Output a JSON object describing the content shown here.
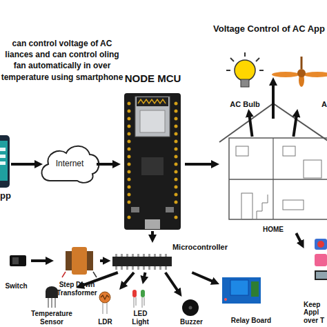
{
  "diagram": {
    "title": "Voltage Control of AC App",
    "nodes": [
      {
        "text": [
          "pp"
        ]
      },
      {
        "text": [
          "Internet"
        ]
      },
      {
        "text": [
          "NODE MCU"
        ]
      },
      {
        "text": [
          "HOME"
        ]
      },
      {
        "text": [
          "AC Bulb"
        ]
      },
      {
        "text": [
          "A"
        ]
      },
      {
        "text": [
          "Keep Appl over T"
        ]
      },
      {
        "text": [
          "Microcontroller"
        ]
      },
      {
        "text": [
          "Switch"
        ]
      },
      {
        "text": [
          "Step Down Transformer"
        ]
      },
      {
        "text": [
          "Temperature Sensor"
        ]
      },
      {
        "text": [
          "LDR"
        ]
      },
      {
        "text": [
          "LED Light"
        ]
      },
      {
        "text": [
          "Buzzer"
        ]
      },
      {
        "text": [
          "Relay Board"
        ]
      }
    ],
    "edges": [
      {
        "from": 0,
        "to": 1,
        "arrow": "to"
      },
      {
        "from": 1,
        "to": 2,
        "arrow": "to"
      },
      {
        "from": 2,
        "to": 3,
        "arrow": "to"
      },
      {
        "from": 3,
        "to": 4,
        "arrow": "to"
      },
      {
        "from": 3,
        "to": 5,
        "arrow": "to"
      },
      {
        "from": 3,
        "to": 6,
        "arrow": "to"
      },
      {
        "from": 2,
        "to": 7,
        "arrow": "to"
      },
      {
        "from": 8,
        "to": 9,
        "arrow": "to"
      },
      {
        "from": 9,
        "to": 7,
        "arrow": "to"
      },
      {
        "from": 7,
        "to": 10,
        "arrow": "to"
      },
      {
        "from": 7,
        "to": 11,
        "arrow": "to"
      },
      {
        "from": 7,
        "to": 12,
        "arrow": "to"
      },
      {
        "from": 7,
        "to": 13,
        "arrow": "to"
      },
      {
        "from": 7,
        "to": 14,
        "arrow": "to"
      }
    ],
    "labels": [
      "can control voltage of AC liances and can control oling fan automatically in over temperature using smartphone"
    ]
  }
}
